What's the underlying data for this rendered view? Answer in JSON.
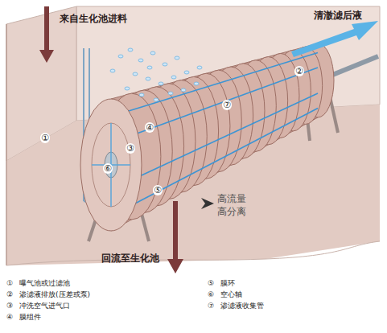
{
  "diagram": {
    "labels": [
      "来自生化池进料",
      "清澈滤后液",
      "②",
      "⑦",
      "④",
      "①",
      "③",
      "⑥",
      "⑤",
      "高流量",
      "高分离",
      "回流至生化池",
      "①",
      "②",
      "③",
      "④",
      "⑤",
      "⑥",
      "⑦"
    ],
    "legend": [
      {
        "text": "曝气池或过滤池"
      },
      {
        "text": "渗滤液排放(压差或泵)"
      },
      {
        "text": "冲洗空气进气口"
      },
      {
        "text": "膜组件"
      },
      {
        "text": "膜环"
      },
      {
        "text": "空心轴"
      },
      {
        "text": "渗滤液收集管"
      }
    ]
  }
}
